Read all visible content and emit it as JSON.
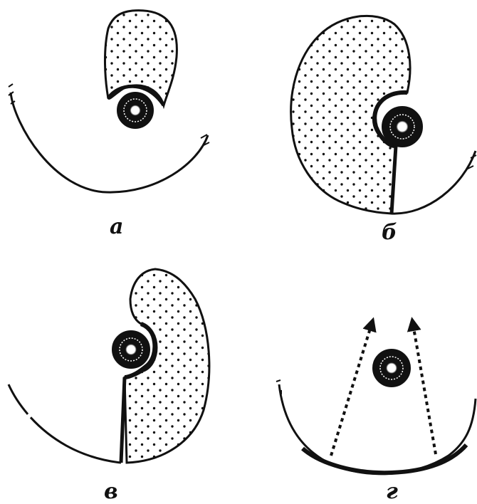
{
  "figure": {
    "panels": [
      {
        "id": "a",
        "label": "а"
      },
      {
        "id": "b",
        "label": "б"
      },
      {
        "id": "v",
        "label": "в"
      },
      {
        "id": "g",
        "label": "г"
      }
    ],
    "colors": {
      "ink": "#111111",
      "background": "#ffffff"
    }
  }
}
